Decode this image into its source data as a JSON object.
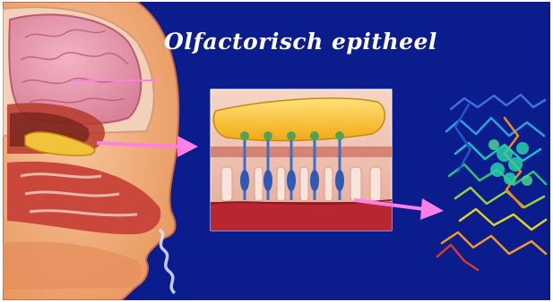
{
  "slide": {
    "title": "Olfactorisch epitheel",
    "background_color": "#0b1c8c",
    "arrow_color": "#ff7fe6"
  },
  "panels": {
    "head": {
      "icon": "head-cross-section"
    },
    "epithelium": {
      "icon": "olfactory-epithelium-closeup"
    },
    "protein": {
      "icon": "receptor-protein-structure"
    }
  }
}
